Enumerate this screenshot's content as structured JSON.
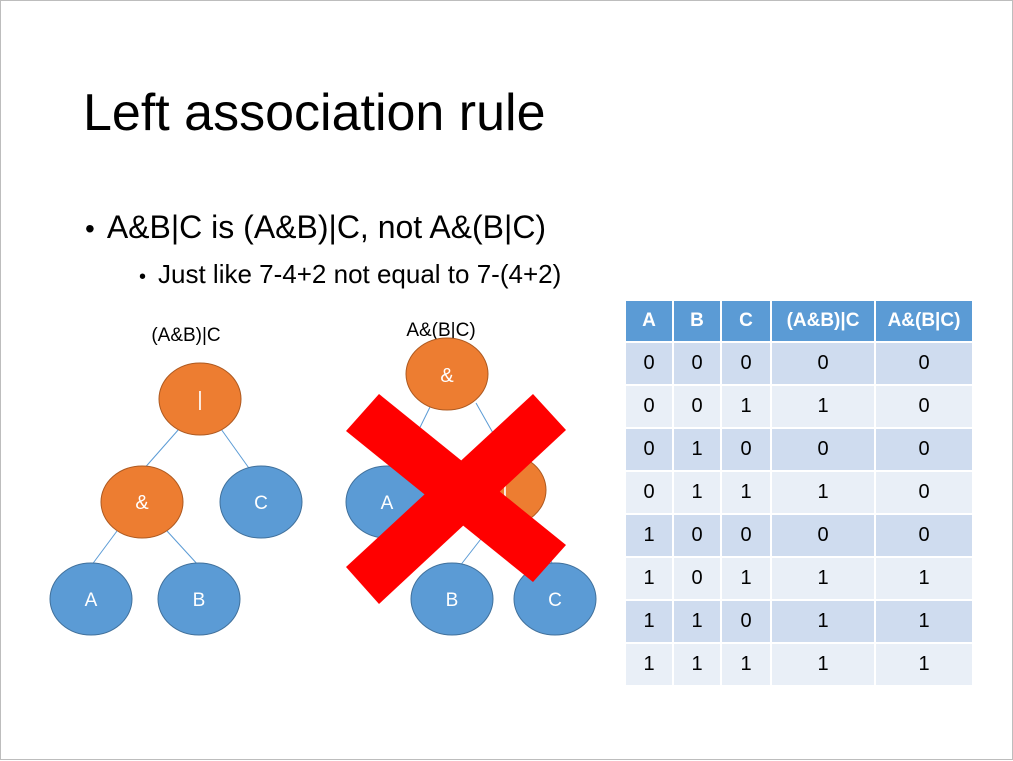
{
  "slide": {
    "title": "Left association rule",
    "bullet_main": "A&B|C is (A&B)|C, not A&(B|C)",
    "bullet_sub": "Just like 7-4+2 not equal to 7-(4+2)",
    "bullet_glyph": "•"
  },
  "tree_left": {
    "caption": "(A&B)|C",
    "root": "|",
    "and_node": "&",
    "c_node": "C",
    "a_node": "A",
    "b_node": "B"
  },
  "tree_right": {
    "caption": "A&(B|C)",
    "root": "&",
    "a_node": "A",
    "or_node": "|",
    "b_node": "B",
    "c_node": "C"
  },
  "colors": {
    "operator_node": "#ed7d31",
    "operand_node": "#5b9bd5",
    "node_stroke": "#41719c",
    "edge": "#5b9bd5",
    "cross": "#ff0000",
    "table_header": "#5b9bd5",
    "table_row_dark": "#cfdcef",
    "table_row_light": "#e9eff7"
  },
  "truth_table": {
    "headers": [
      "A",
      "B",
      "C",
      "(A&B)|C",
      "A&(B|C)"
    ],
    "rows": [
      [
        "0",
        "0",
        "0",
        "0",
        "0"
      ],
      [
        "0",
        "0",
        "1",
        "1",
        "0"
      ],
      [
        "0",
        "1",
        "0",
        "0",
        "0"
      ],
      [
        "0",
        "1",
        "1",
        "1",
        "0"
      ],
      [
        "1",
        "0",
        "0",
        "0",
        "0"
      ],
      [
        "1",
        "0",
        "1",
        "1",
        "1"
      ],
      [
        "1",
        "1",
        "0",
        "1",
        "1"
      ],
      [
        "1",
        "1",
        "1",
        "1",
        "1"
      ]
    ]
  }
}
